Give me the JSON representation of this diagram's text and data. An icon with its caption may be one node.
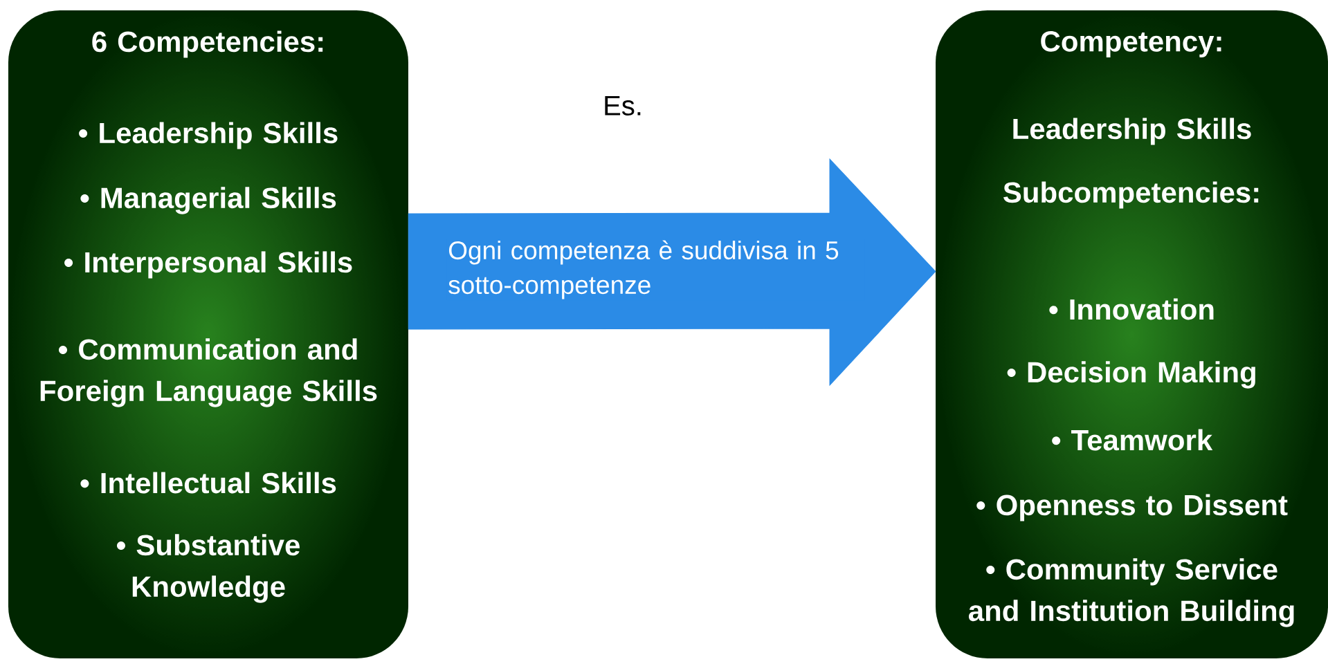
{
  "diagram": {
    "nodes": [
      {
        "text": [
          "6 Competencies:",
          "• Leadership Skills",
          "• Managerial  Skills",
          "• Interpersonal Skills",
          "• Communication and Foreign Language Skills",
          "• Intellectual Skills",
          "• Substantive Knowledge"
        ]
      },
      {
        "text": [
          "Competency:",
          "Leadership Skills",
          "Subcompetencies:",
          "• Innovation",
          "• Decision Making",
          "• Teamwork",
          "• Openness to Dissent",
          "• Community Service and Institution Building"
        ]
      }
    ],
    "edges": [
      {
        "from": 0,
        "to": 1,
        "arrow": "to",
        "label": "Ogni competenza è suddivisa in 5 sotto-competenze",
        "style": "thick",
        "color": "#2b8be6"
      }
    ],
    "labels": [
      "Es."
    ]
  }
}
